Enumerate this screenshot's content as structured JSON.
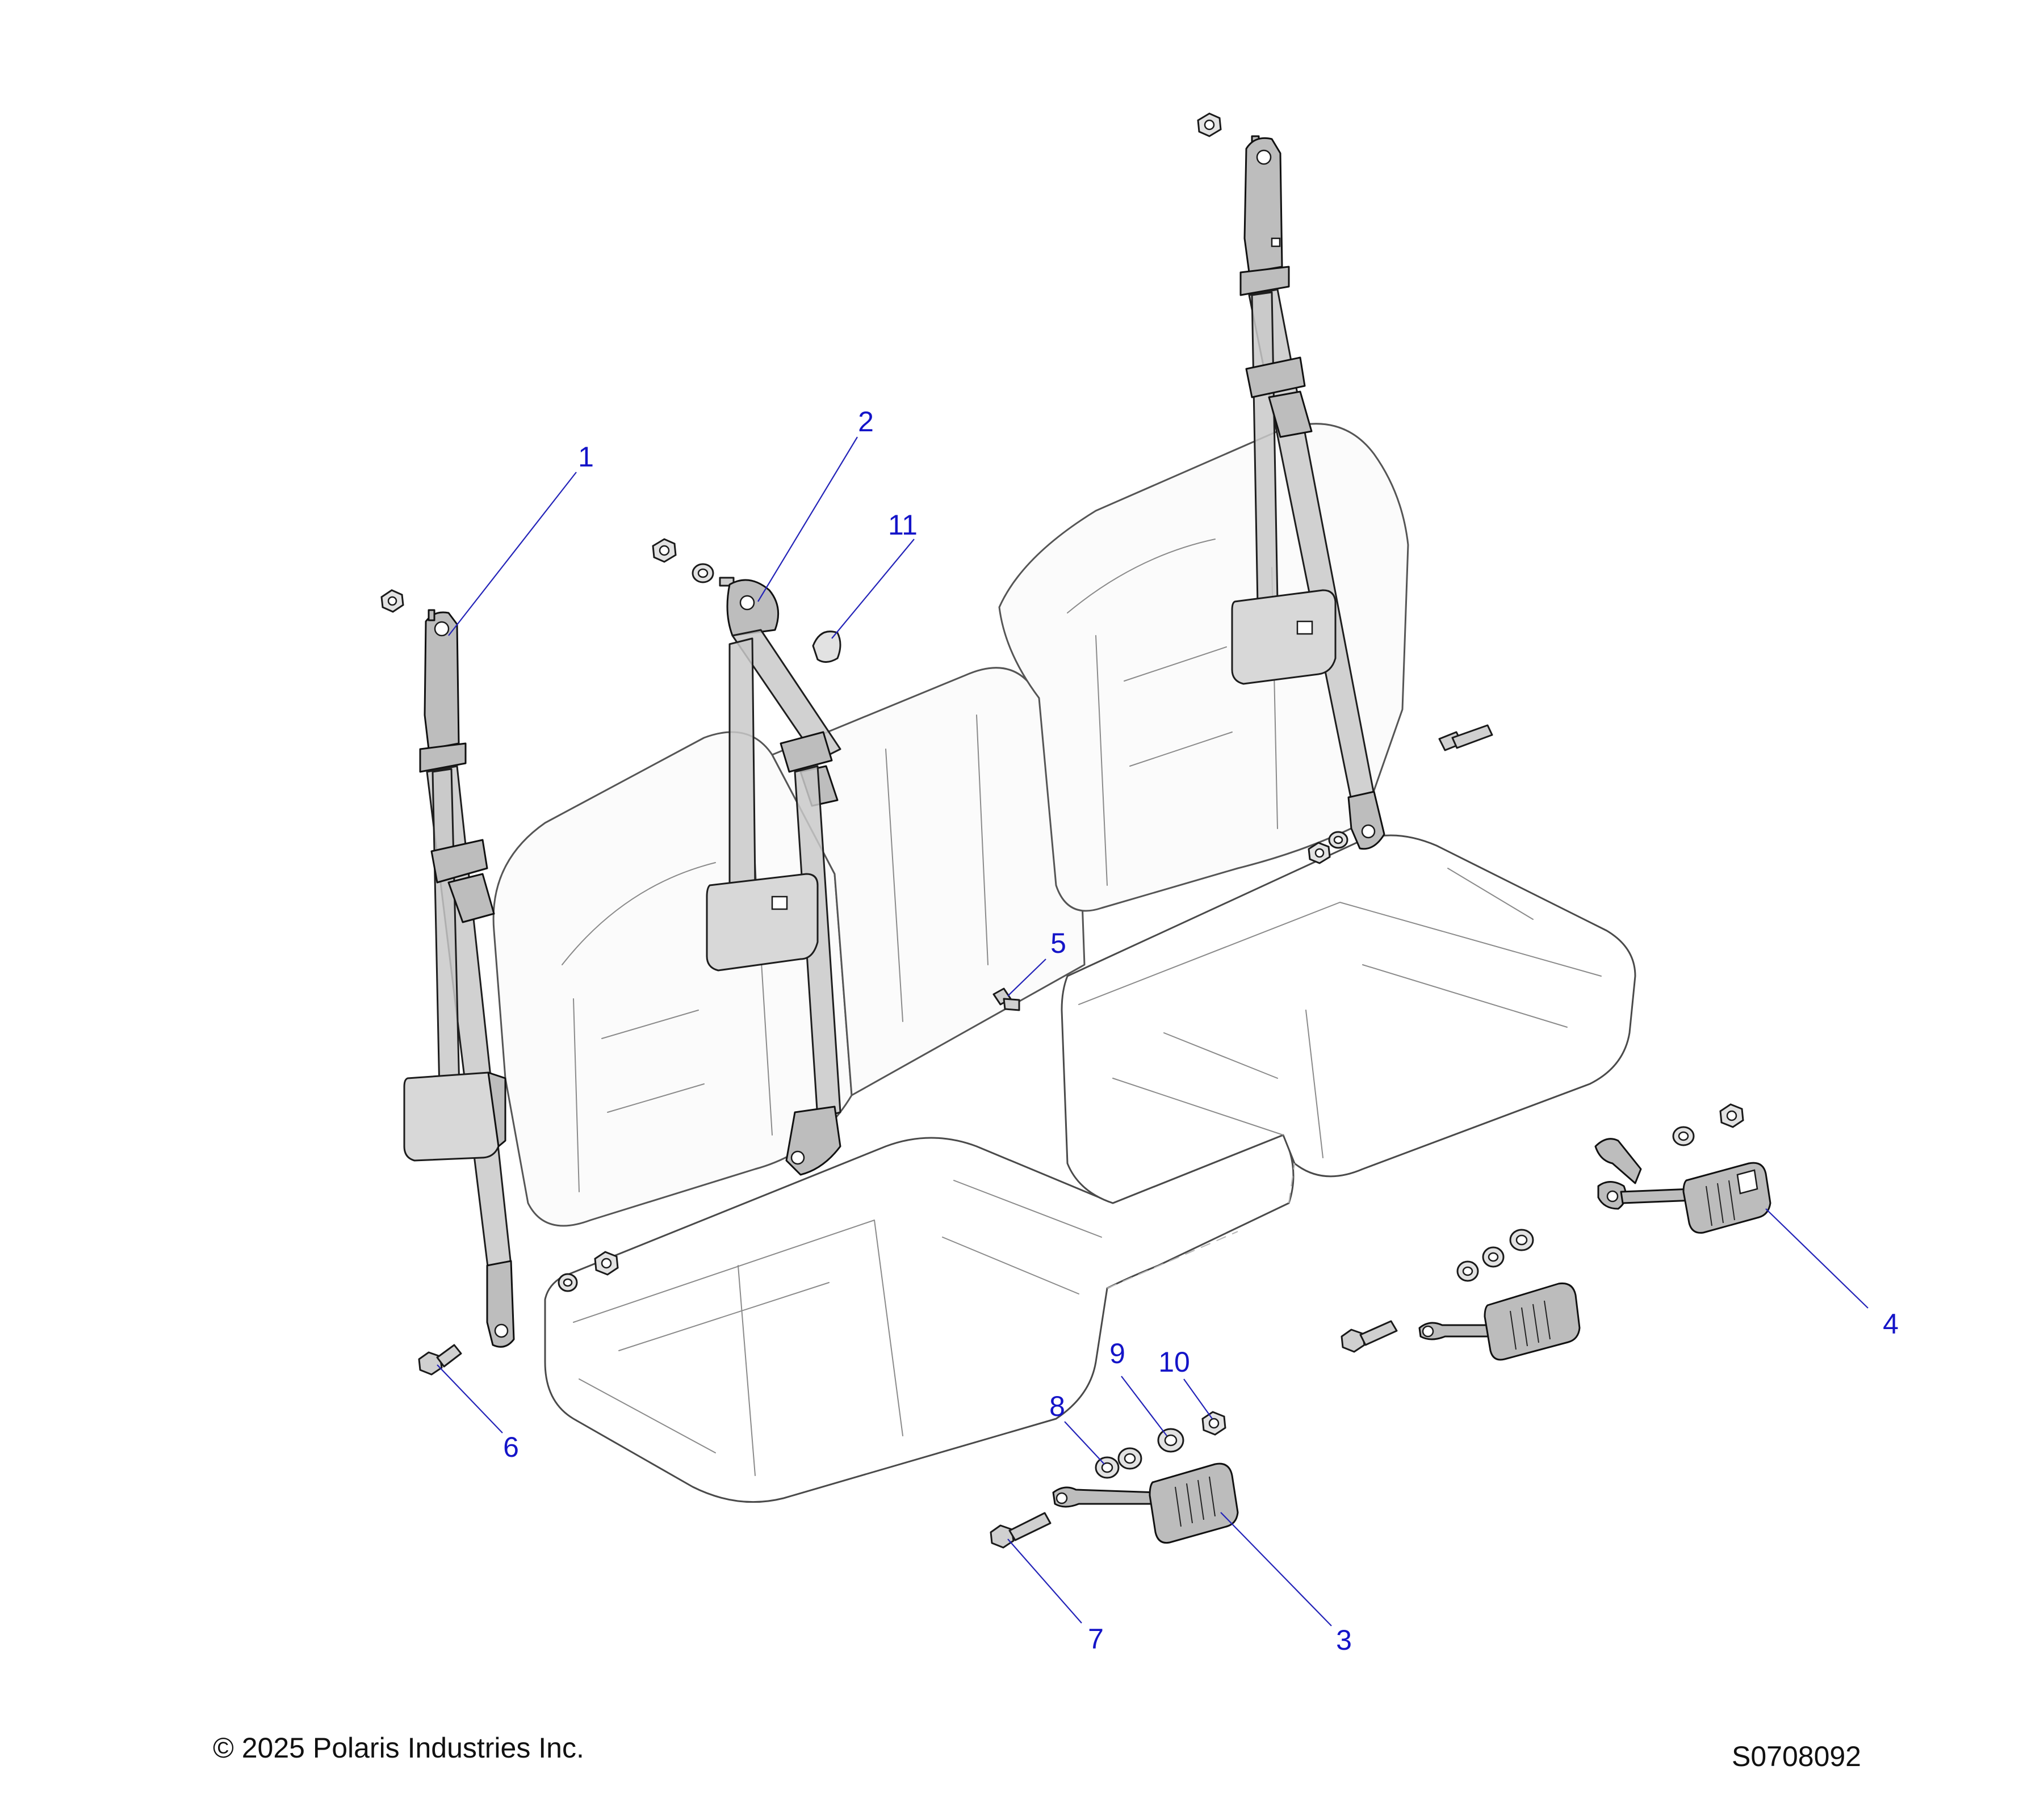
{
  "diagram": {
    "subject": "seat-belt-assembly",
    "colors": {
      "callout": "#1414c8",
      "leader": "#2323b8",
      "linework": "#1a1a1a",
      "strap": "#c9c9c9"
    }
  },
  "callouts": [
    {
      "id": "1",
      "label": "1"
    },
    {
      "id": "2",
      "label": "2"
    },
    {
      "id": "3",
      "label": "3"
    },
    {
      "id": "4",
      "label": "4"
    },
    {
      "id": "5",
      "label": "5"
    },
    {
      "id": "6",
      "label": "6"
    },
    {
      "id": "7",
      "label": "7"
    },
    {
      "id": "8",
      "label": "8"
    },
    {
      "id": "9",
      "label": "9"
    },
    {
      "id": "10",
      "label": "10"
    },
    {
      "id": "11",
      "label": "11"
    }
  ],
  "footer": {
    "copyright": "© 2025 Polaris Industries Inc.",
    "diagram_id": "S0708092"
  }
}
